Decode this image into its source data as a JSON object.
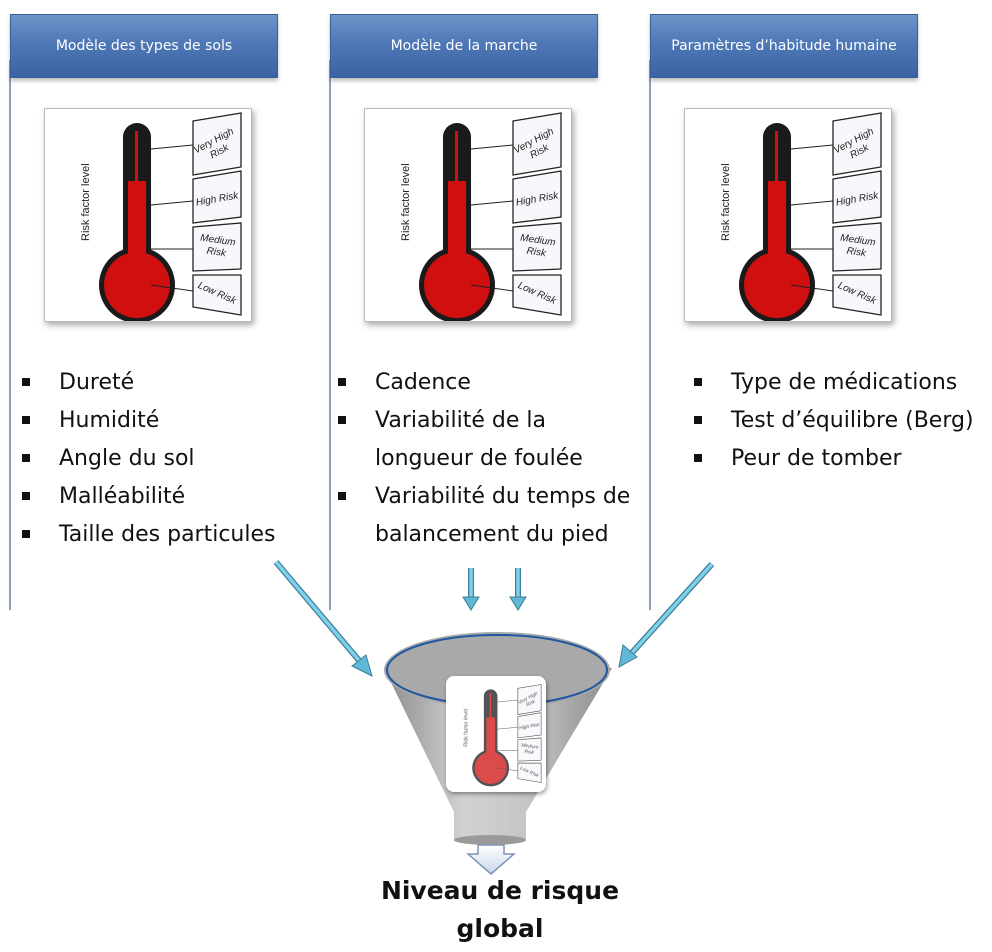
{
  "columns": [
    {
      "header": "Modèle des types de sols",
      "items": [
        "Dureté",
        "Humidité",
        "Angle du sol",
        "Malléabilité",
        "Taille des particules"
      ]
    },
    {
      "header": "Modèle de la marche",
      "items": [
        "Cadence",
        "Variabilité de la longueur de foulée",
        "Variabilité du temps de balancement du pied"
      ]
    },
    {
      "header": "Paramètres d’habitude humaine",
      "items": [
        "Type de médications",
        "Test d’équilibre (Berg)",
        "Peur de tomber"
      ]
    }
  ],
  "thermometer": {
    "axis_label": "Risk factor level",
    "levels": [
      "Very High Risk",
      "High Risk",
      "Medium Risk",
      "Low Risk"
    ]
  },
  "result": "Niveau de risque global",
  "colors": {
    "header": "#4f78b6",
    "thermometer_fill": "#d01010",
    "arrow": "#5fb8d6",
    "funnel": "#a8a8a8"
  }
}
